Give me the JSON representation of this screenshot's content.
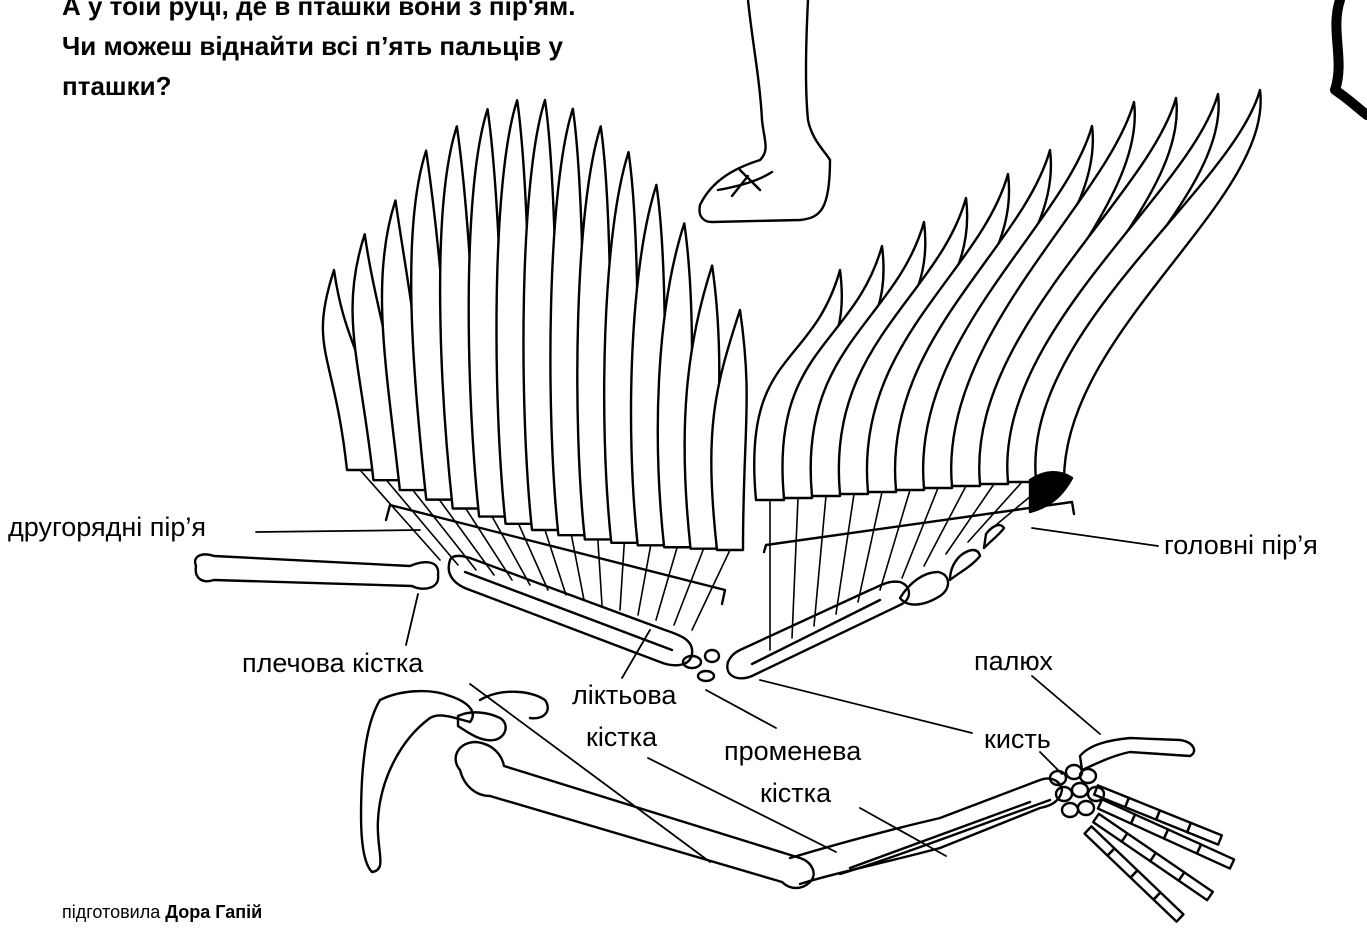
{
  "intro": {
    "line1": "А у тоїй руці, де в пташки вони з пір'ям.",
    "line2": "Чи можеш віднайти всі п’ять пальців у",
    "line3": "пташки?"
  },
  "labels": {
    "secondary_feathers": "другорядні пір’я",
    "primary_feathers": "головні пір’я",
    "humerus": "плечова кістка",
    "ulna_line1": "ліктьова",
    "ulna_line2": "кістка",
    "radius_line1": "променева",
    "radius_line2": "кістка",
    "thumb": "палюх",
    "hand": "кисть"
  },
  "credit": {
    "prefix": "підготовила",
    "author": "Дора Гапій"
  },
  "colors": {
    "ink": "#000000",
    "paper": "#ffffff"
  }
}
